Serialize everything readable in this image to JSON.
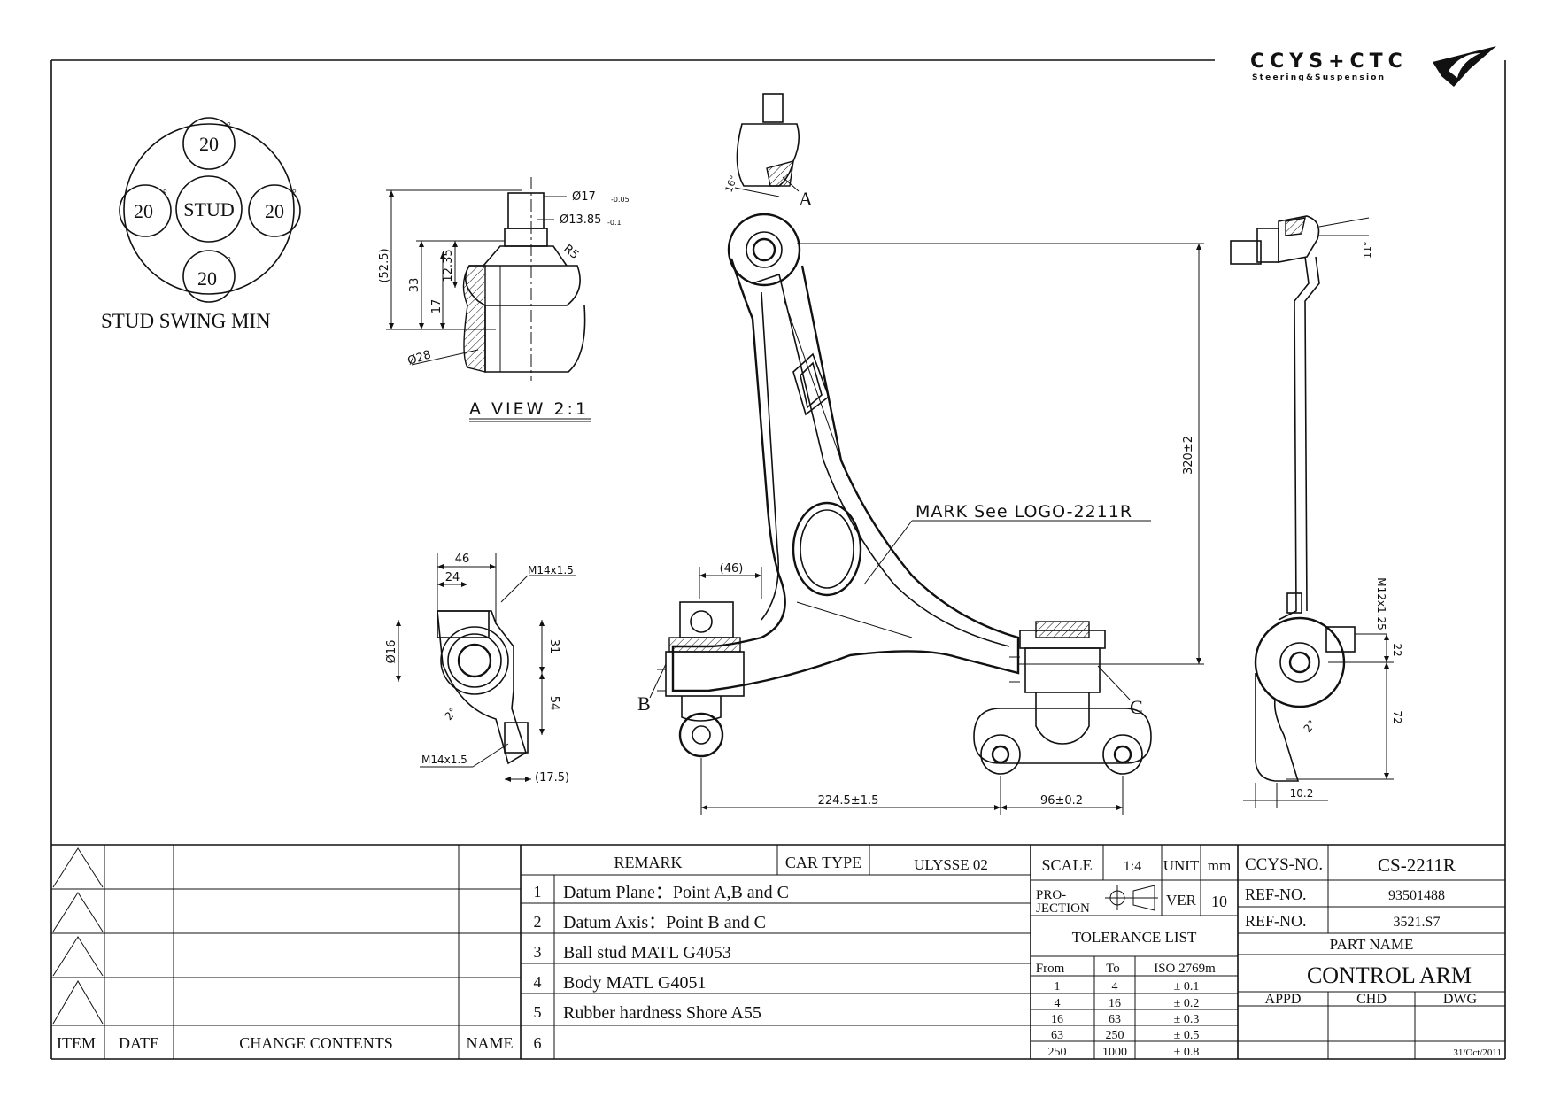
{
  "logo": {
    "brand": "CCYS+CTC",
    "subtitle": "Steering&Suspension"
  },
  "stud_swing": {
    "center": "STUD",
    "top": "20",
    "left": "20",
    "right": "20",
    "bottom": "20",
    "degree": "°",
    "title": "STUD SWING MIN"
  },
  "view_a": {
    "title": "A VIEW 2:1",
    "dims": {
      "d1": "Ø17",
      "d1_tol": "-0.05",
      "d2": "Ø13.85",
      "d2_tol": "-0.1",
      "r": "R5",
      "h_total": "(52.5)",
      "h33": "33",
      "h17": "17",
      "h12": "12.35",
      "d28": "Ø28"
    }
  },
  "side_view": {
    "dims": {
      "w46": "46",
      "w24": "24",
      "thread_top": "M14x1.5",
      "d16": "Ø16",
      "h31": "31",
      "h54": "54",
      "ang": "2°",
      "thread_bot": "M14x1.5",
      "w17": "(17.5)"
    }
  },
  "main_view": {
    "labels": {
      "a": "A",
      "b": "B",
      "c": "C",
      "ang16": "16°"
    },
    "mark": "MARK See LOGO-2211R",
    "dims": {
      "paren46": "(46)",
      "h320": "320±2",
      "w224": "224.5±1.5",
      "w96": "96±0.2"
    }
  },
  "right_view": {
    "dims": {
      "ang11": "11°",
      "thread": "M12x1.25",
      "h22": "22",
      "h72": "72",
      "ang2": "2°",
      "w10": "10.2"
    }
  },
  "revision_block": {
    "headers": {
      "item": "ITEM",
      "date": "DATE",
      "change": "CHANGE CONTENTS",
      "name": "NAME"
    }
  },
  "remarks": {
    "header": "REMARK",
    "car_type_label": "CAR TYPE",
    "car_type": "ULYSSE 02",
    "rows": [
      {
        "no": "1",
        "text": "Datum Plane：Point A,B and C"
      },
      {
        "no": "2",
        "text": "Datum Axis：Point B and C"
      },
      {
        "no": "3",
        "text": "Ball stud MATL G4053"
      },
      {
        "no": "4",
        "text": "Body MATL G4051"
      },
      {
        "no": "5",
        "text": "Rubber hardness Shore A55"
      },
      {
        "no": "6",
        "text": ""
      }
    ]
  },
  "spec": {
    "scale_label": "SCALE",
    "scale": "1:4",
    "unit_label": "UNIT",
    "unit": "mm",
    "projection_label": "PRO-\nJECTION",
    "ver_label": "VER",
    "ver": "10",
    "tolerance_title": "TOLERANCE LIST",
    "tol_headers": {
      "from": "From",
      "to": "To",
      "iso": "ISO 2769m"
    },
    "tolerances": [
      {
        "from": "1",
        "to": "4",
        "tol": "± 0.1"
      },
      {
        "from": "4",
        "to": "16",
        "tol": "± 0.2"
      },
      {
        "from": "16",
        "to": "63",
        "tol": "± 0.3"
      },
      {
        "from": "63",
        "to": "250",
        "tol": "± 0.5"
      },
      {
        "from": "250",
        "to": "1000",
        "tol": "± 0.8"
      }
    ]
  },
  "title_block": {
    "ccys_label": "CCYS-NO.",
    "ccys_no": "CS-2211R",
    "ref1_label": "REF-NO.",
    "ref1": "93501488",
    "ref2_label": "REF-NO.",
    "ref2": "3521.S7",
    "part_name_label": "PART NAME",
    "part_name": "CONTROL ARM",
    "appd": "APPD",
    "chd": "CHD",
    "dwg": "DWG",
    "date": "31/Oct/2011"
  }
}
